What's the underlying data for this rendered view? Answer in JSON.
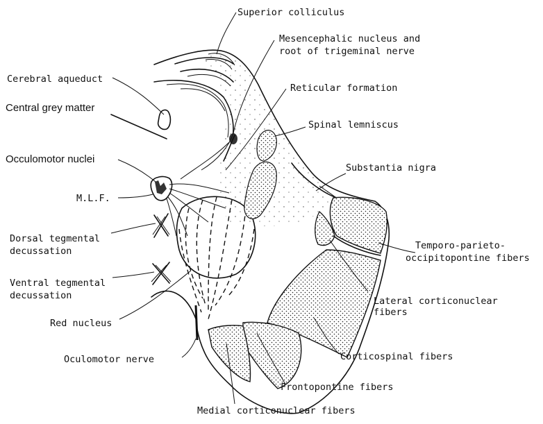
{
  "labels": {
    "superior_colliculus": "Superior colliculus",
    "mesencephalic_line1": "Mesencephalic nucleus and",
    "mesencephalic_line2": "root of trigeminal nerve",
    "cerebral_aqueduct": "Cerebral aqueduct",
    "reticular_formation": "Reticular formation",
    "central_grey_matter": "Central grey matter",
    "spinal_lemniscus": "Spinal lemniscus",
    "occulomotor_nuclei": "Occulomotor nuclei",
    "substantia_nigra": "Substantia nigra",
    "mlf": "M.L.F.",
    "dorsal_tegmental_line1": "Dorsal tegmental",
    "dorsal_tegmental_line2": "decussation",
    "temporo_line1": "Temporo-parieto-",
    "temporo_line2": "occipitopontine fibers",
    "ventral_tegmental_line1": "Ventral tegmental",
    "ventral_tegmental_line2": "decussation",
    "lateral_corticonuclear_line1": "Lateral corticonuclear",
    "lateral_corticonuclear_line2": "fibers",
    "red_nucleus": "Red nucleus",
    "corticospinal_fibers": "Corticospinal fibers",
    "oculomotor_nerve": "Oculomotor nerve",
    "frontopontine_fibers": "Frontopontine fibers",
    "medial_corticonuclear_fibers": "Medial corticonuclear fibers"
  },
  "colors": {
    "ink": "#111111",
    "background": "#ffffff",
    "stipple": "#222222"
  }
}
